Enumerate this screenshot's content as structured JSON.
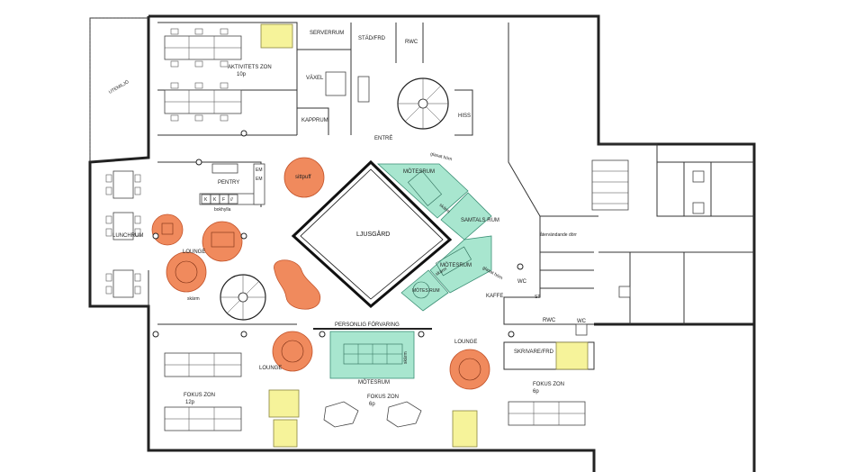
{
  "colors": {
    "lounge": "#f08a5d",
    "meeting": "#a8e6cf",
    "storage": "#f6f39a",
    "walls": "#222222"
  },
  "labels": {
    "aktivitets_zon": "AKTIVITETS ZON",
    "aktivitets_count": "10p",
    "serverrum": "SERVERRUM",
    "stad_frd": "STÄD/FRD",
    "rwc_top": "RWC",
    "vaxel": "VÄXEL",
    "kapprum": "KAPPRUM",
    "entre": "ENTRÉ",
    "hiss": "HISS",
    "utemiljo": "UTEMILJÖ",
    "sittpuff": "sittpuff",
    "pentry": "PENTRY",
    "bokhylla": "bokhylla",
    "motesrum_top": "MÖTESRUM",
    "glasat_horn_top": "glasat hörn",
    "skarm_top": "skärm",
    "samtalsrum": "SAMTALS RUM",
    "ljusgard": "LJUSGÅRD",
    "lunchrum": "LUNCHRUM",
    "lounge_left": "LOUNGE",
    "vandplan": "återvändande dörr",
    "motesrum_right": "MÖTESRUM",
    "glasat_horn_right": "glasat hörn",
    "skarm_right": "skärm",
    "motesrum_small": "MÖTES RUM",
    "skarm_stair": "skärm",
    "kaffe": "KAFFE",
    "wc_1": "WC",
    "st": "ST",
    "rwc_bottom": "RWC",
    "wc_2": "WC",
    "personlig_forvaring": "PERSONLIG FÖRVARING",
    "lounge_right": "LOUNGE",
    "skrivare_frd": "SKRIVARE/FRD",
    "lounge_mid": "LOUNGE",
    "motesrum_bottom": "MÖTESRUM",
    "skarm_bottom": "skärm",
    "fokus_zon_left": "FOKUS ZON",
    "fokus_left_count": "12p",
    "fokus_zon_mid": "FOKUS ZON",
    "fokus_mid_count": "6p",
    "fokus_zon_right": "FOKUS ZON",
    "fokus_right_count": "6p",
    "kitchen_keys": [
      "K",
      "K",
      "F",
      "//"
    ],
    "em_keys": [
      "EM",
      "EM"
    ]
  }
}
